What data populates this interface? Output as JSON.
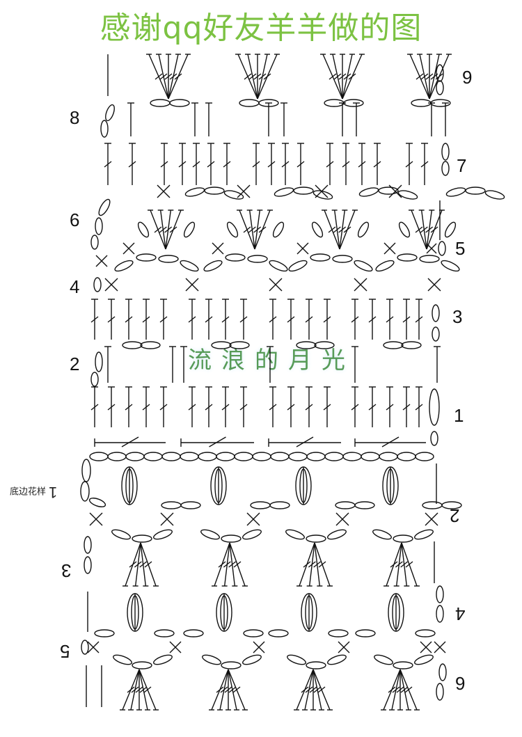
{
  "title": "感谢qq好友羊羊做的图",
  "watermark": "流浪的月光",
  "body_rows": [
    "1",
    "2",
    "3",
    "4",
    "5",
    "6",
    "7",
    "8",
    "9"
  ],
  "edge_label": "底边花样",
  "edge_rows": [
    "1",
    "2",
    "3",
    "4",
    "5",
    "6"
  ],
  "symbols": [
    "chain-stitch",
    "single-crochet",
    "double-crochet",
    "puff-stitch",
    "slip-stitch"
  ],
  "colors": {
    "title": "#7cc242",
    "watermark": "#3a8a3a",
    "symbols": "#111111"
  }
}
